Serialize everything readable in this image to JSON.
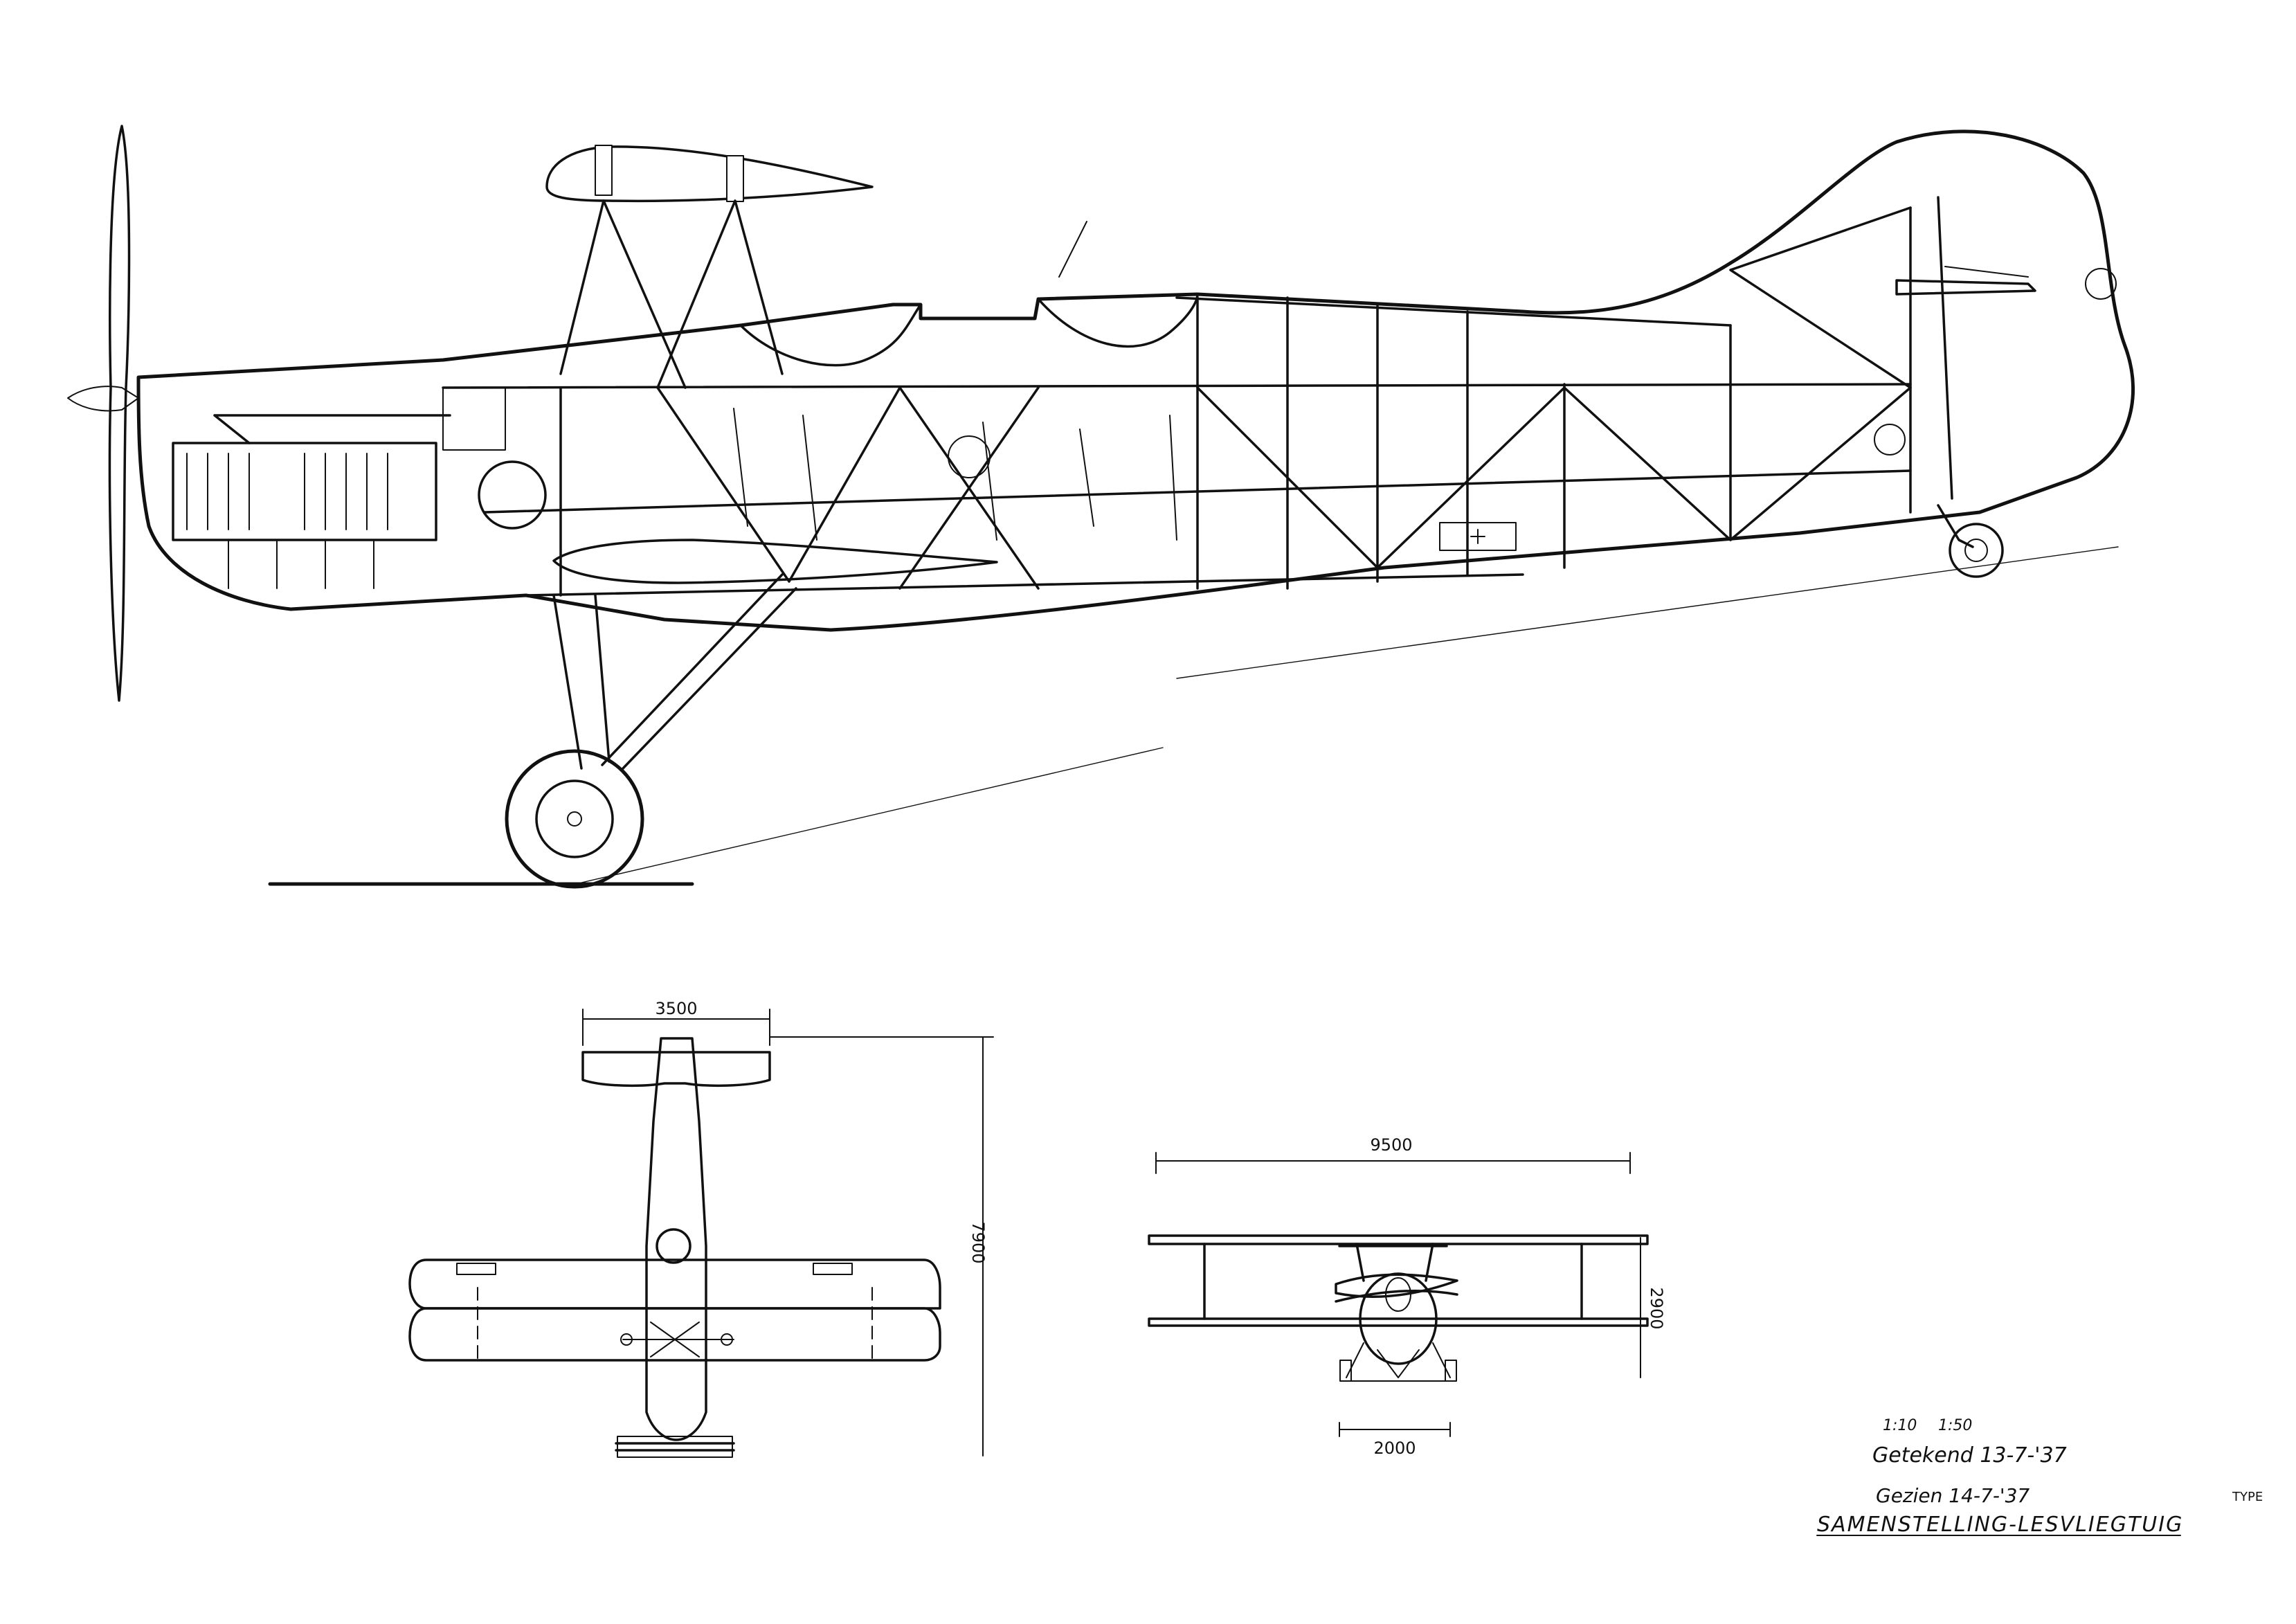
{
  "drawing": {
    "top_view": {
      "span_label": "3500",
      "length_label": "7900"
    },
    "front_view": {
      "span_label": "9500",
      "height_label": "2900",
      "track_label": "2000"
    },
    "title_block": {
      "scale_a": "1:10",
      "scale_b": "1:50",
      "sign_1": "Getekend 13-7-'37",
      "sign_2": "Gezien 14-7-'37",
      "title": "SAMENSTELLING-LESVLIEGTUIG",
      "type_label": "TYPE"
    }
  }
}
